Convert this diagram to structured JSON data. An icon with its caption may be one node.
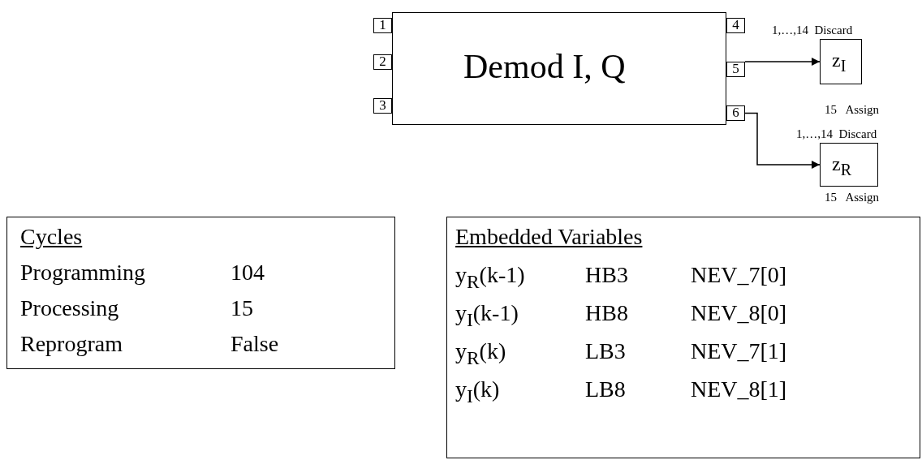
{
  "diagram": {
    "nodes": [
      {
        "text": [
          "Demod I, Q"
        ]
      },
      {
        "text": [
          "1"
        ]
      },
      {
        "text": [
          "2"
        ]
      },
      {
        "text": [
          "3"
        ]
      },
      {
        "text": [
          "4"
        ]
      },
      {
        "text": [
          "5"
        ]
      },
      {
        "text": [
          "6"
        ]
      },
      {
        "text": [
          "z$_{I}$"
        ],
        "beside": [
          "1,…,14  Discard",
          "15   Assign"
        ]
      },
      {
        "text": [
          "z$_{R}$"
        ],
        "beside": [
          "1,…,14  Discard",
          "15   Assign"
        ]
      },
      {
        "text": [
          "Cycles",
          "Programming",
          "104",
          "Processing",
          "15",
          "Reprogram",
          "False"
        ]
      },
      {
        "text": [
          "Embedded Variables",
          "y$_{R}$(k-1)",
          "HB3",
          "NEV_7[0]",
          "y$_{I}$(k-1)",
          "HB8",
          "NEV_8[0]",
          "y$_{R}$(k)",
          "LB3",
          "NEV_7[1]",
          "y$_{I}$(k)",
          "LB8",
          "NEV_8[1]"
        ]
      }
    ],
    "edges": [
      {
        "from": 5,
        "to": 7,
        "arrow": "to"
      },
      {
        "from": 6,
        "to": 8,
        "arrow": "to"
      }
    ]
  }
}
